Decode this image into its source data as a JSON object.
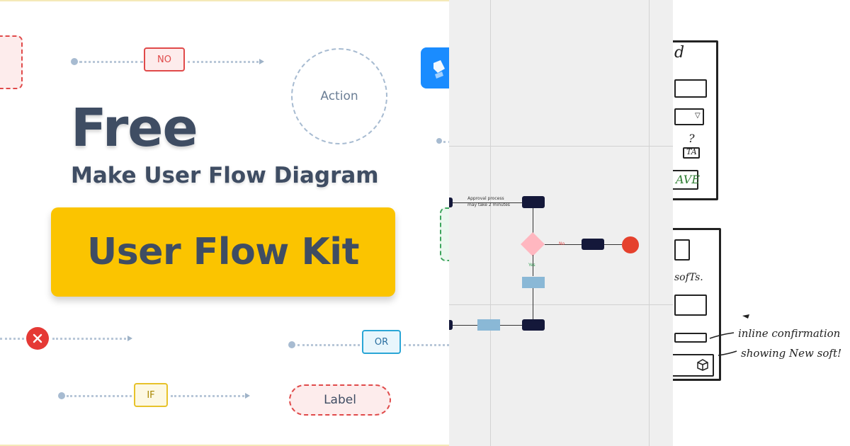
{
  "hero": {
    "free": "Free",
    "subtitle": "Make User Flow Diagram",
    "kit_title": "User Flow Kit"
  },
  "flow_elements": {
    "no_label": "NO",
    "action_label": "Action",
    "or_label": "OR",
    "if_label": "IF",
    "label_label": "Label"
  },
  "colors": {
    "accent_yellow": "#fbc400",
    "text_dark": "#3f4d63",
    "no_red": "#e04a4a",
    "close_red": "#e53935",
    "or_blue": "#2aa6d6",
    "if_yellow": "#e7c22a",
    "node_navy": "#14183a",
    "decision_pink": "#ffb7c0",
    "end_red": "#e5412d",
    "process_blue": "#8ab8d6"
  },
  "diagram": {
    "note": "Approval process\nmay take 2 minutes",
    "no_label": "No",
    "yes_label": "Yes"
  },
  "sketch": {
    "letter_a": "d",
    "question": "?",
    "ta": "TA",
    "save": "AVE",
    "sofs": "sofTs.",
    "annotation_line1": "inline confirmation",
    "annotation_line2": "showing New soft!"
  },
  "icons": [
    "close-x-icon",
    "app-badge-icon",
    "box-icon"
  ]
}
